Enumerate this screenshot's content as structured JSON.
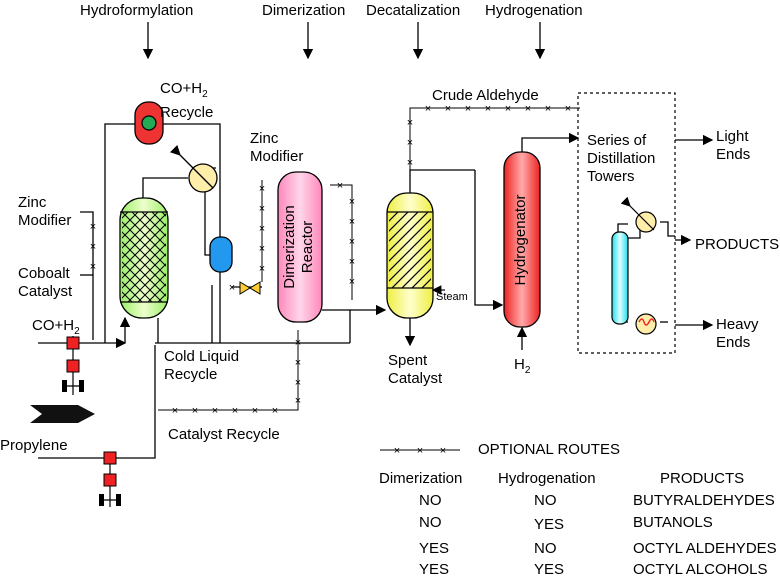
{
  "stages": [
    "Hydroformylation",
    "Dimerization",
    "Decatalization",
    "Hydrogenation"
  ],
  "labels": {
    "co_h2_recycle_top": "CO+H",
    "co_h2_recycle_sub": "2",
    "co_h2_recycle_bottom": "Recycle",
    "zinc_modifier_left": "Zinc\nModifier",
    "coboalt_catalyst": "Coboalt\nCatalyst",
    "co_h2_feed": "CO+H",
    "co_h2_feed_sub": "2",
    "zinc_modifier_mid": "Zinc\nModifier",
    "dimerization_reactor": "Dimerization\nReactor",
    "crude_aldehyde": "Crude Aldehyde",
    "hydrogenator": "Hydrogenator",
    "steam": "Steam",
    "spent_catalyst": "Spent\nCatalyst",
    "h2": "H",
    "h2_sub": "2",
    "cold_liquid_recycle": "Cold Liquid\nRecycle",
    "catalyst_recycle": "Catalyst Recycle",
    "propylene": "Propylene",
    "distillation": "Series of\nDistillation\nTowers",
    "light_ends": "Light\nEnds",
    "products": "PRODUCTS",
    "heavy_ends": "Heavy\nEnds"
  },
  "legend": {
    "marker": "—×—×—×—",
    "text": "OPTIONAL ROUTES"
  },
  "table": {
    "headers": [
      "Dimerization",
      "Hydrogenation",
      "PRODUCTS"
    ],
    "rows": [
      [
        "NO",
        "NO",
        "BUTYRALDEHYDES"
      ],
      [
        "NO",
        "YES",
        "BUTANOLS"
      ],
      [
        "YES",
        "NO",
        "OCTYL ALDEHYDES"
      ],
      [
        "YES",
        "YES",
        "OCTYL ALCOHOLS"
      ]
    ]
  },
  "colors": {
    "reactor_green": "#ccff99",
    "dimerization_pink": "#ff99cc",
    "decatalizer_yellow": "#ffff66",
    "hydrogenator_red": "#ff4444",
    "recycle_badge_red": "#ee3333",
    "recycle_dot_green": "#22aa55",
    "blue_vessel": "#2299ee",
    "cyan_tower": "#55ffff",
    "pump_red": "#ee2222",
    "exchanger_cream": "#ffeeaa"
  },
  "icons": [
    "heat-exchanger-icon",
    "pump-icon",
    "arrow-icon"
  ]
}
